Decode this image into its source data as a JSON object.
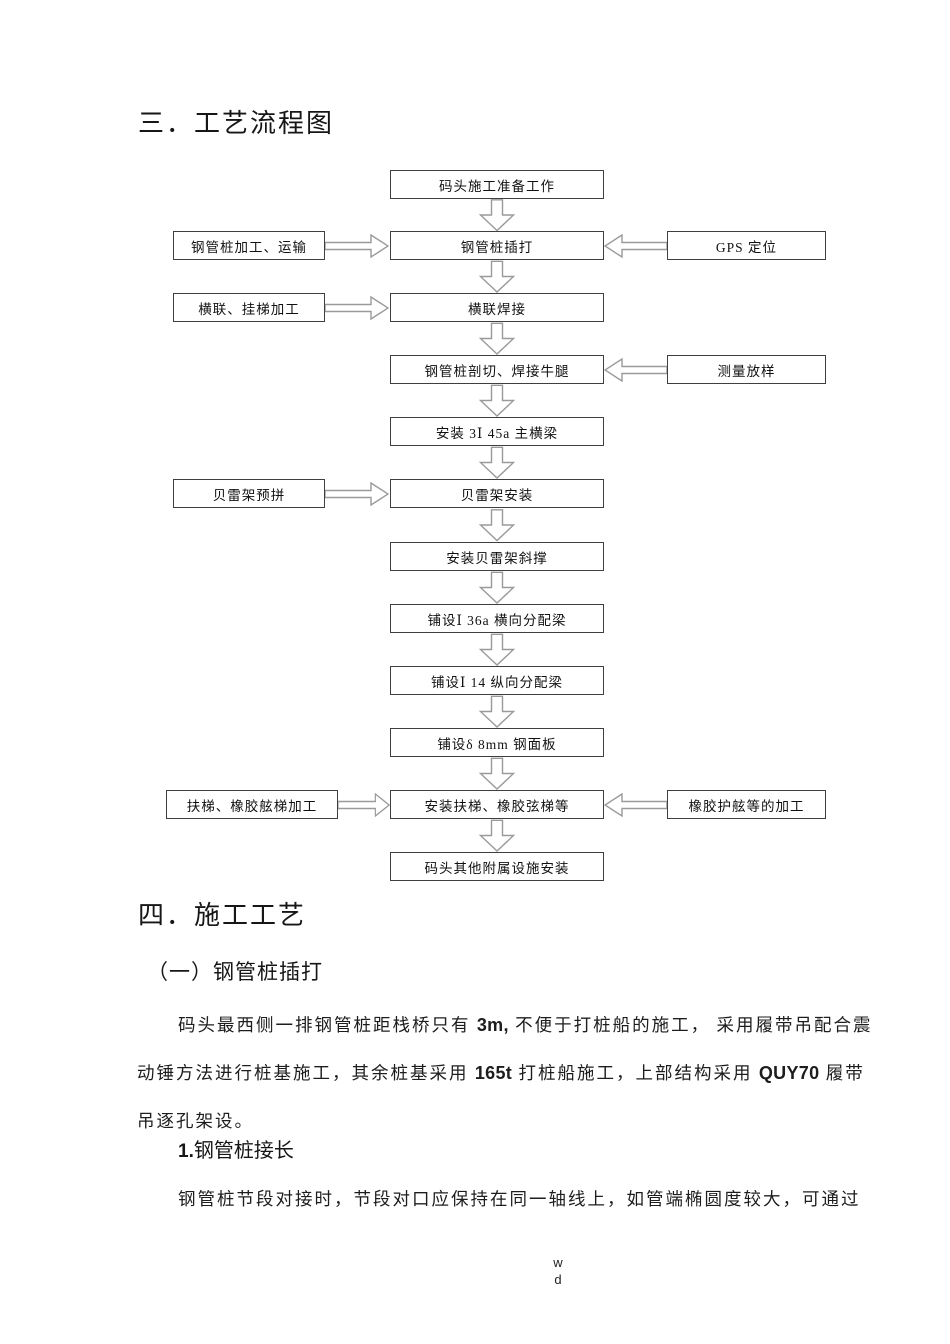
{
  "doc": {
    "heading_flow": "三．工艺流程图",
    "heading_process": "四．施工工艺",
    "sub_section": "（一）钢管桩插打",
    "sub1_num": "1.",
    "sub1_title": "钢管桩接长",
    "para1": {
      "l1": [
        "码头最西侧一排钢管桩距栈桥只有 ",
        "3m,",
        " 不便于打桩船的施工， 采用履带吊配合震"
      ],
      "l2": [
        "动锤方法进行桩基施工，其余桩基采用 ",
        "165t",
        " 打桩船施工，上部结构采用 ",
        "QUY70",
        " 履带"
      ],
      "l3": "吊逐孔架设。"
    },
    "para2": "钢管桩节段对接时，节段对口应保持在同一轴线上，如管端椭圆度较大，可通过",
    "footer": [
      "w",
      "d"
    ]
  },
  "flowchart": {
    "prep": "码头施工准备工作",
    "pile_fab": "钢管桩加工、运输",
    "pile_drive": "钢管桩插打",
    "gps": "GPS 定位",
    "crosslink_fab": "横联、挂梯加工",
    "crosslink_weld": "横联焊接",
    "pile_cut": "钢管桩剖切、焊接牛腿",
    "survey": "测量放样",
    "main_beam": "安装 3Ⅰ 45a 主横梁",
    "bailey_pre": "贝雷架预拼",
    "bailey_install": "贝雷架安装",
    "bailey_brace": "安装贝雷架斜撑",
    "beam_36a": "铺设Ⅰ 36a 横向分配梁",
    "beam_14": "铺设Ⅰ 14 纵向分配梁",
    "deck": "铺设δ 8mm 钢面板",
    "ladder_fab": "扶梯、橡胶舷梯加工",
    "ladder_install": "安装扶梯、橡胶弦梯等",
    "fender_fab": "橡胶护舷等的加工",
    "ancillary": "码头其他附属设施安装"
  },
  "colors": {
    "box_border": "#3f3f3f",
    "arrow_outline": "#9a9a9a",
    "text": "#1a1a1a"
  }
}
